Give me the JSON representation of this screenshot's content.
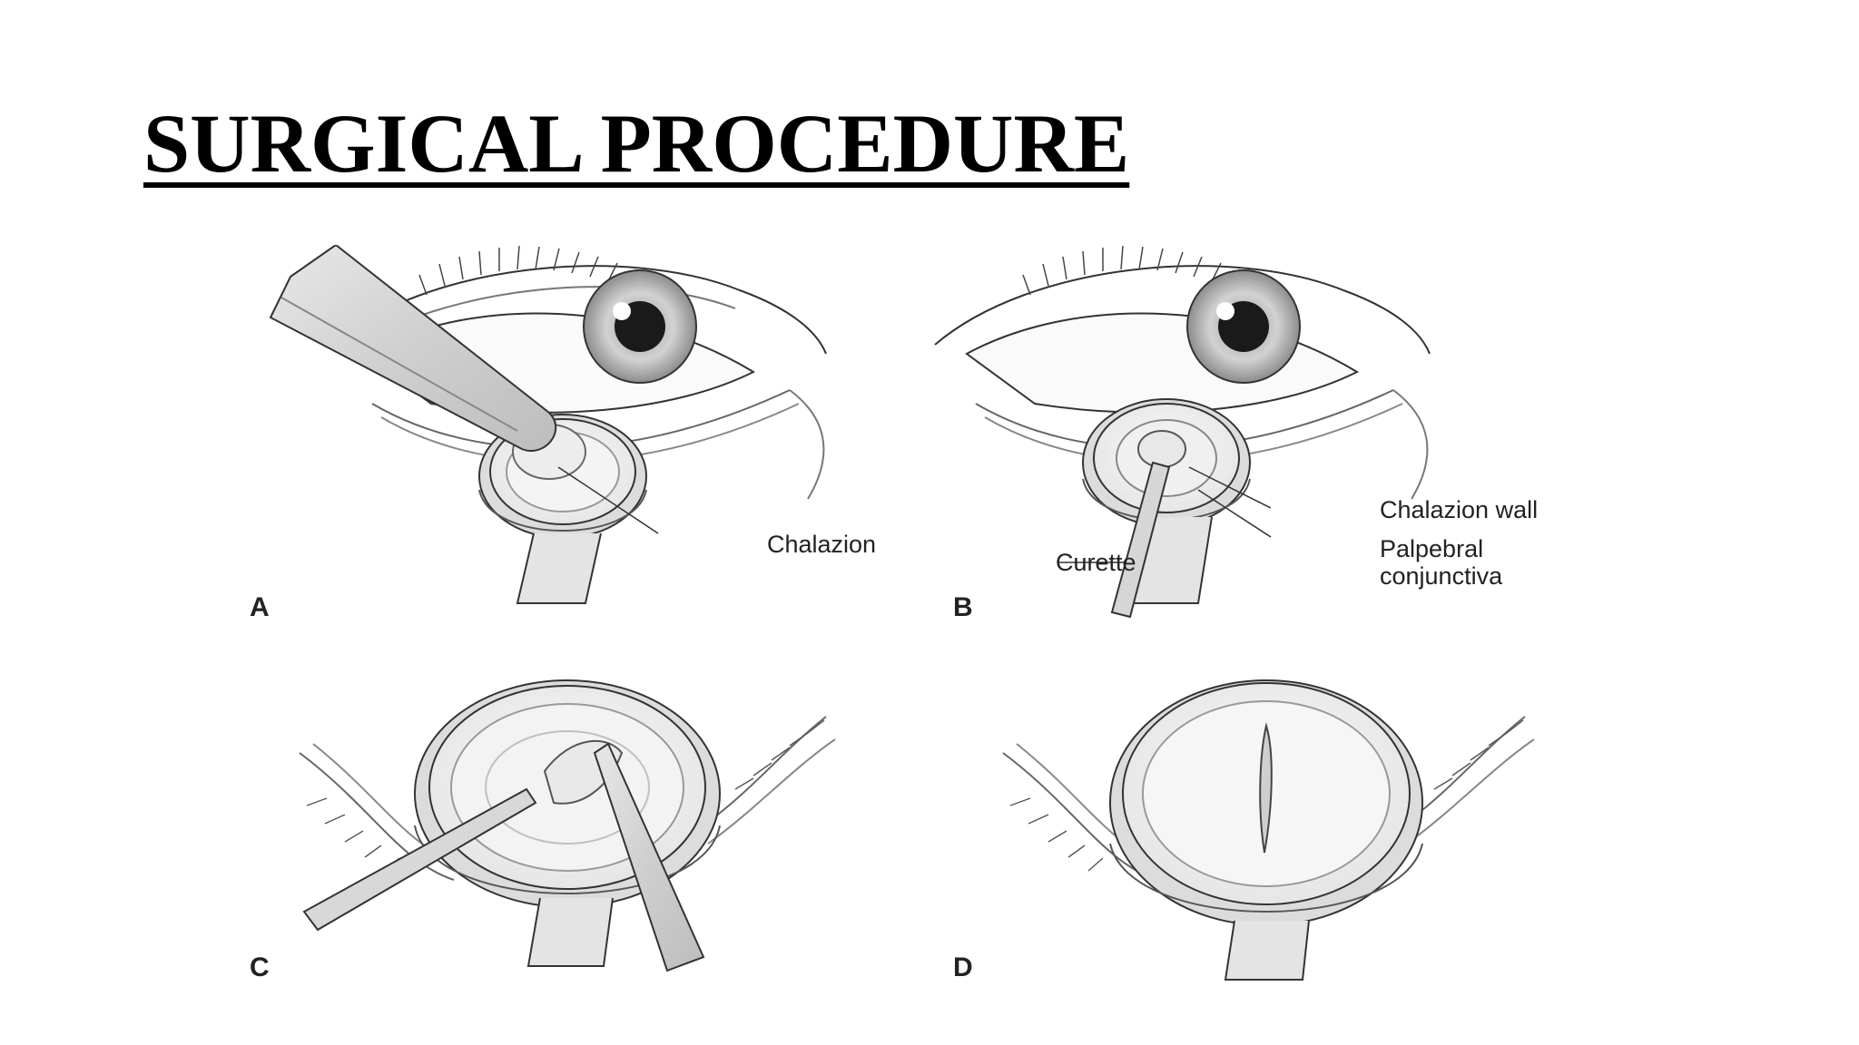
{
  "title": "SURGICAL PROCEDURE",
  "figure": {
    "panels": [
      {
        "letter": "A",
        "labels": [
          "Chalazion"
        ]
      },
      {
        "letter": "B",
        "labels": [
          "Chalazion wall",
          "Palpebral",
          "conjunctiva",
          "Curette"
        ]
      },
      {
        "letter": "C",
        "labels": []
      },
      {
        "letter": "D",
        "labels": []
      }
    ]
  }
}
